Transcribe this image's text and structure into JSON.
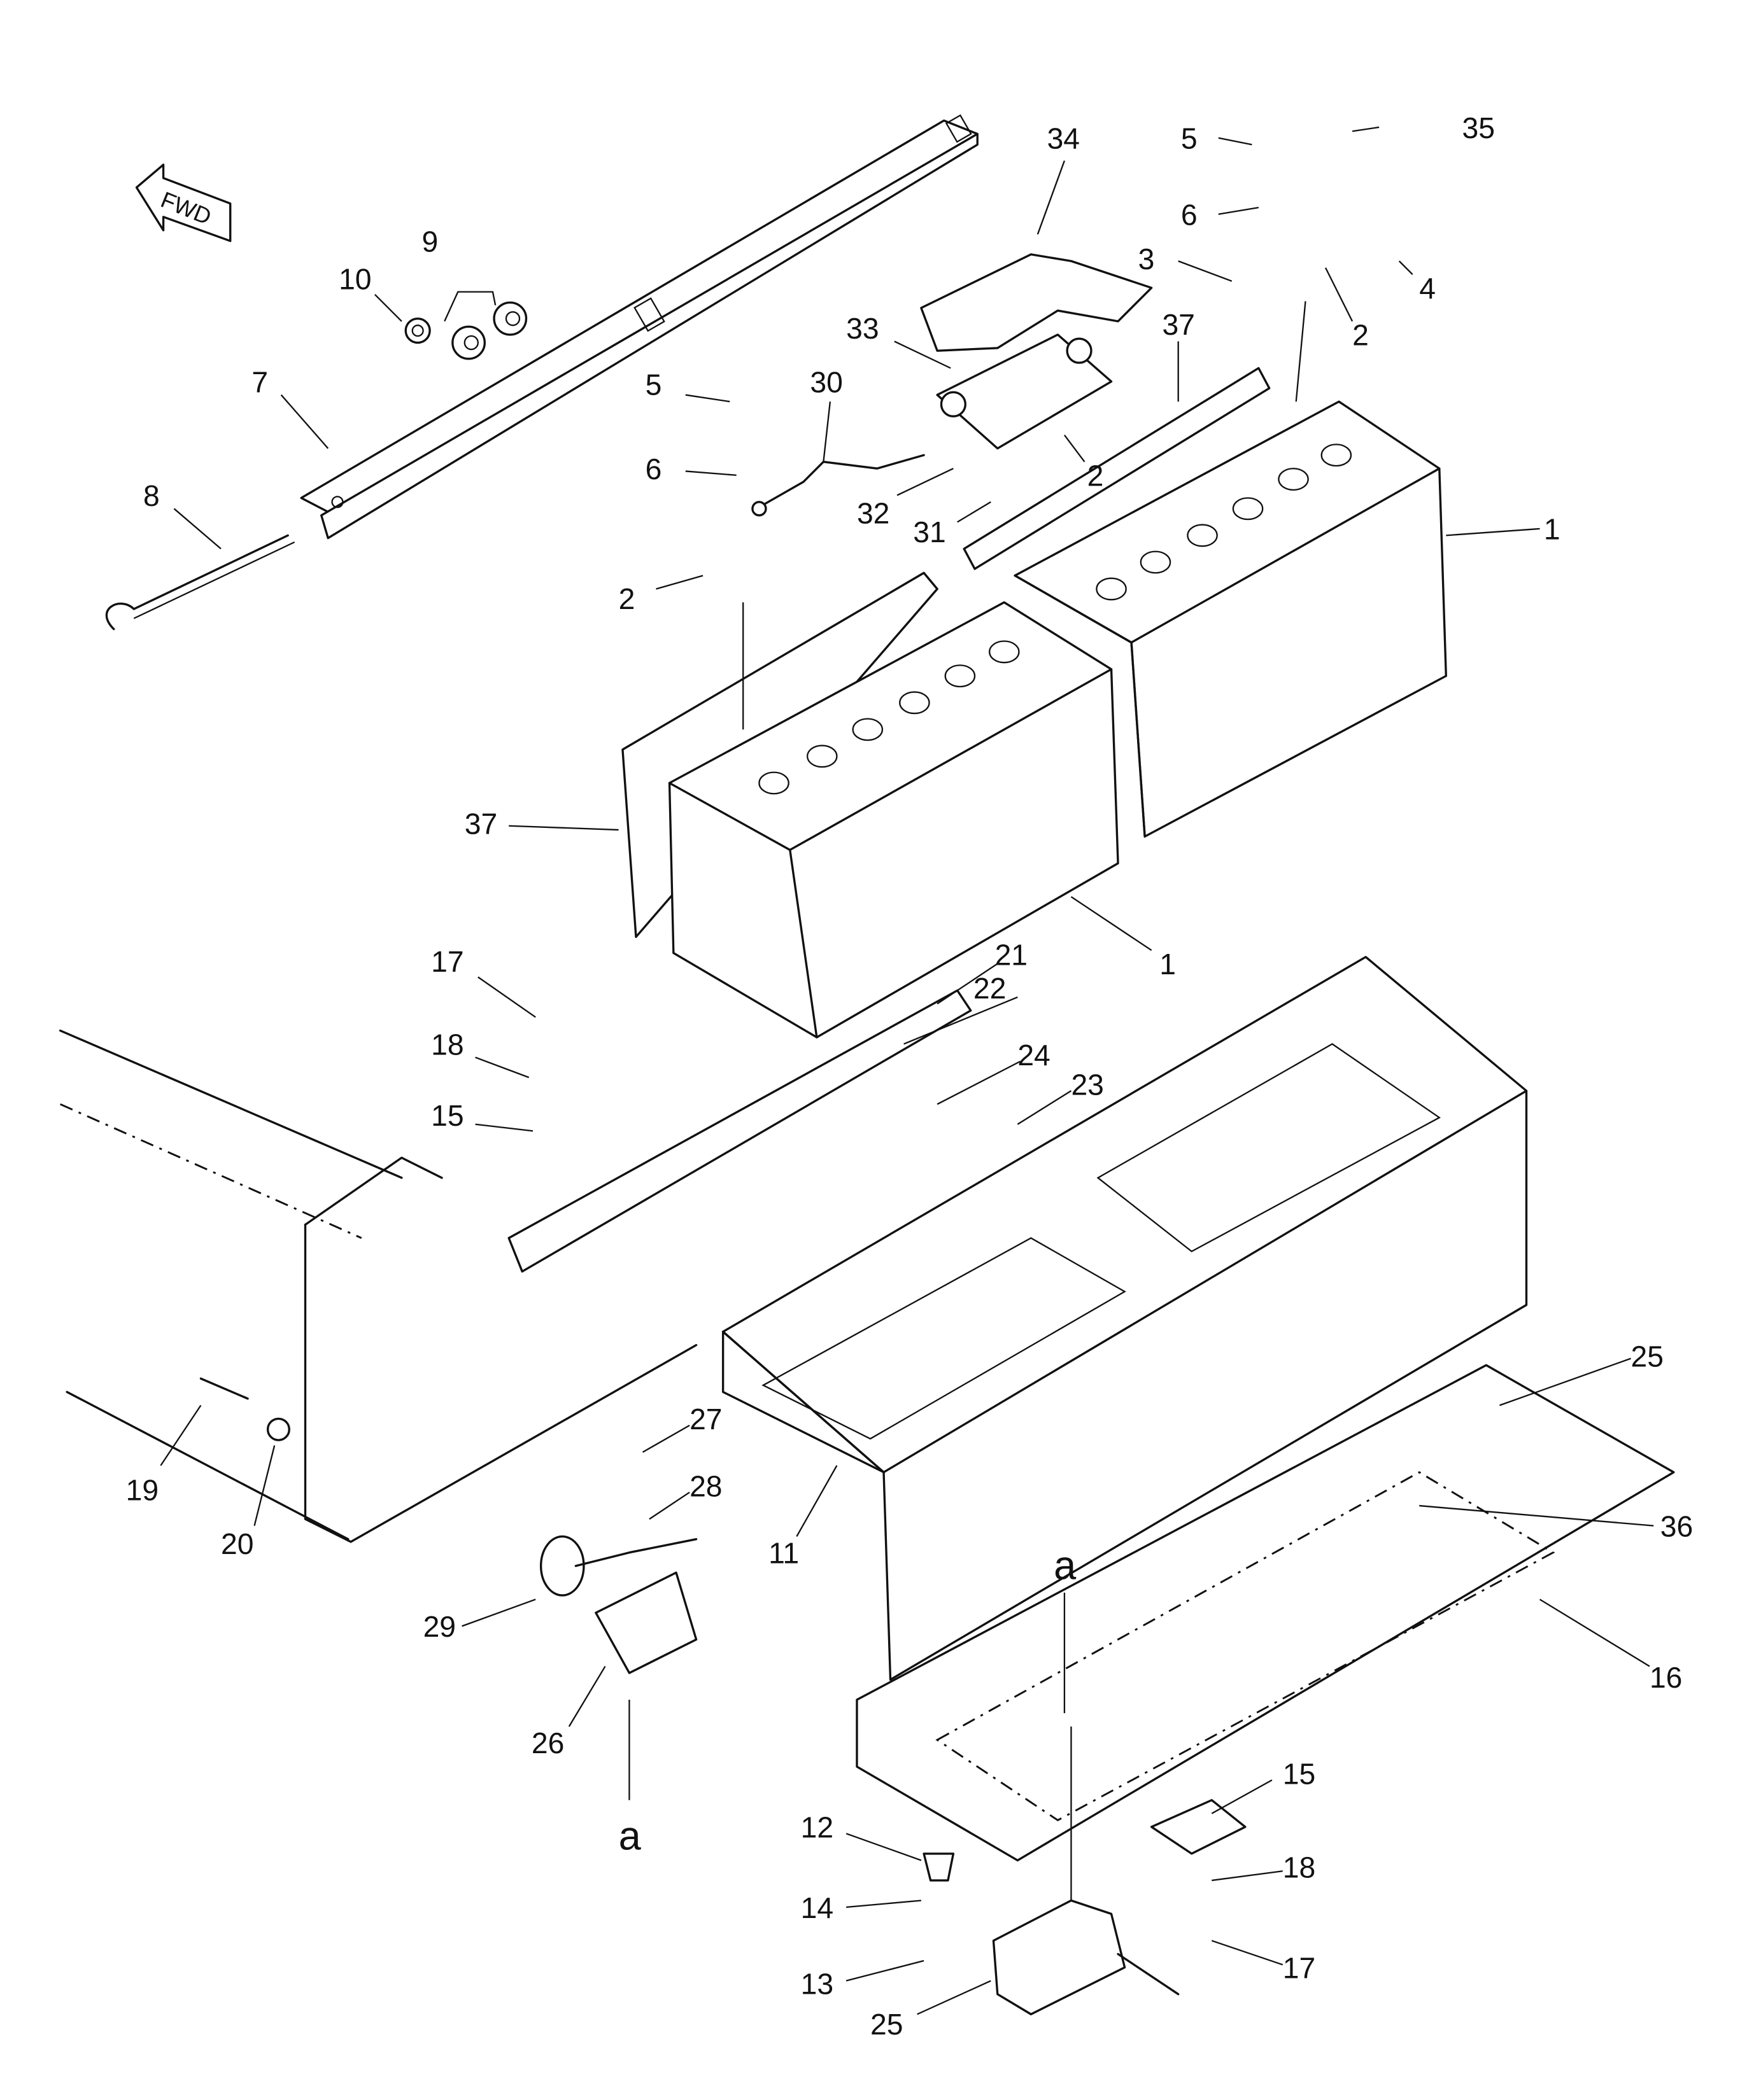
{
  "diagram": {
    "direction_marker": "FWD",
    "callouts": [
      "35",
      "5",
      "6",
      "3",
      "4",
      "2",
      "34",
      "9",
      "10",
      "7",
      "33",
      "37",
      "5",
      "30",
      "6",
      "32",
      "31",
      "2",
      "1",
      "8",
      "2",
      "37",
      "1",
      "21",
      "17",
      "22",
      "18",
      "24",
      "23",
      "15",
      "25",
      "27",
      "28",
      "19",
      "20",
      "11",
      "36",
      "a",
      "29",
      "16",
      "26",
      "15",
      "a",
      "12",
      "18",
      "14",
      "13",
      "17",
      "25"
    ]
  }
}
